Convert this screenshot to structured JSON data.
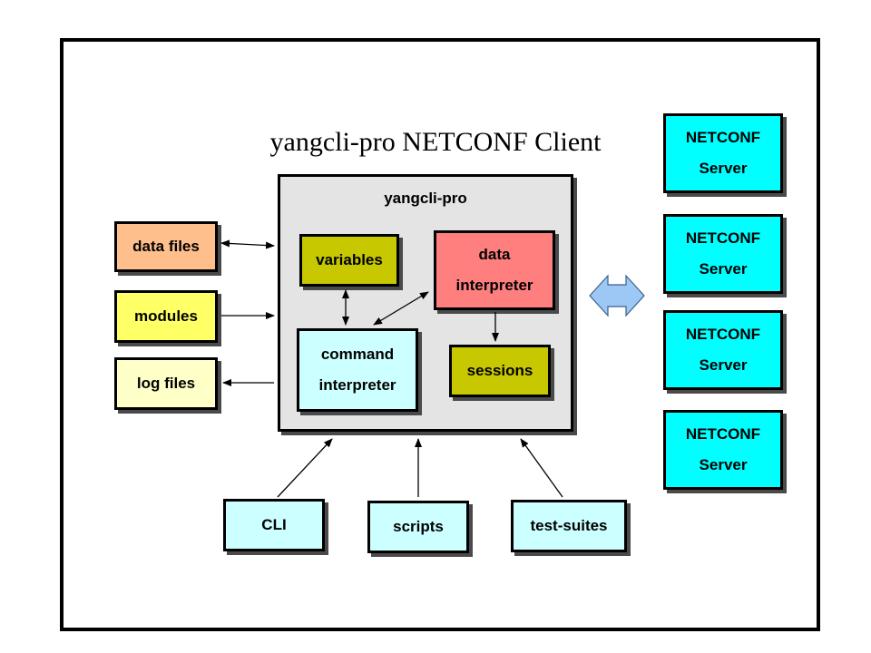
{
  "diagram": {
    "title": "yangcli-pro NETCONF Client",
    "core": {
      "label": "yangcli-pro"
    },
    "internal": {
      "variables": "variables",
      "data_interpreter": [
        "data",
        "interpreter"
      ],
      "command_interpreter": [
        "command",
        "interpreter"
      ],
      "sessions": "sessions"
    },
    "files": {
      "data_files": "data files",
      "modules": "modules",
      "log_files": "log files"
    },
    "inputs": {
      "cli": "CLI",
      "scripts": "scripts",
      "test_suites": "test-suites"
    },
    "servers": [
      {
        "line1": "NETCONF",
        "line2": "Server"
      },
      {
        "line1": "NETCONF",
        "line2": "Server"
      },
      {
        "line1": "NETCONF",
        "line2": "Server"
      },
      {
        "line1": "NETCONF",
        "line2": "Server"
      }
    ],
    "colors": {
      "core": "#e4e4e4",
      "variables": "#c8c800",
      "sessions": "#c8c800",
      "data_interpreter": "#ff7f7f",
      "command_interpreter": "#ccffff",
      "data_files": "#ffbf8c",
      "modules": "#ffff66",
      "log_files": "#ffffc8",
      "inputs": "#ccffff",
      "servers": "#00ffff",
      "connector": "#9dc8f5"
    }
  }
}
